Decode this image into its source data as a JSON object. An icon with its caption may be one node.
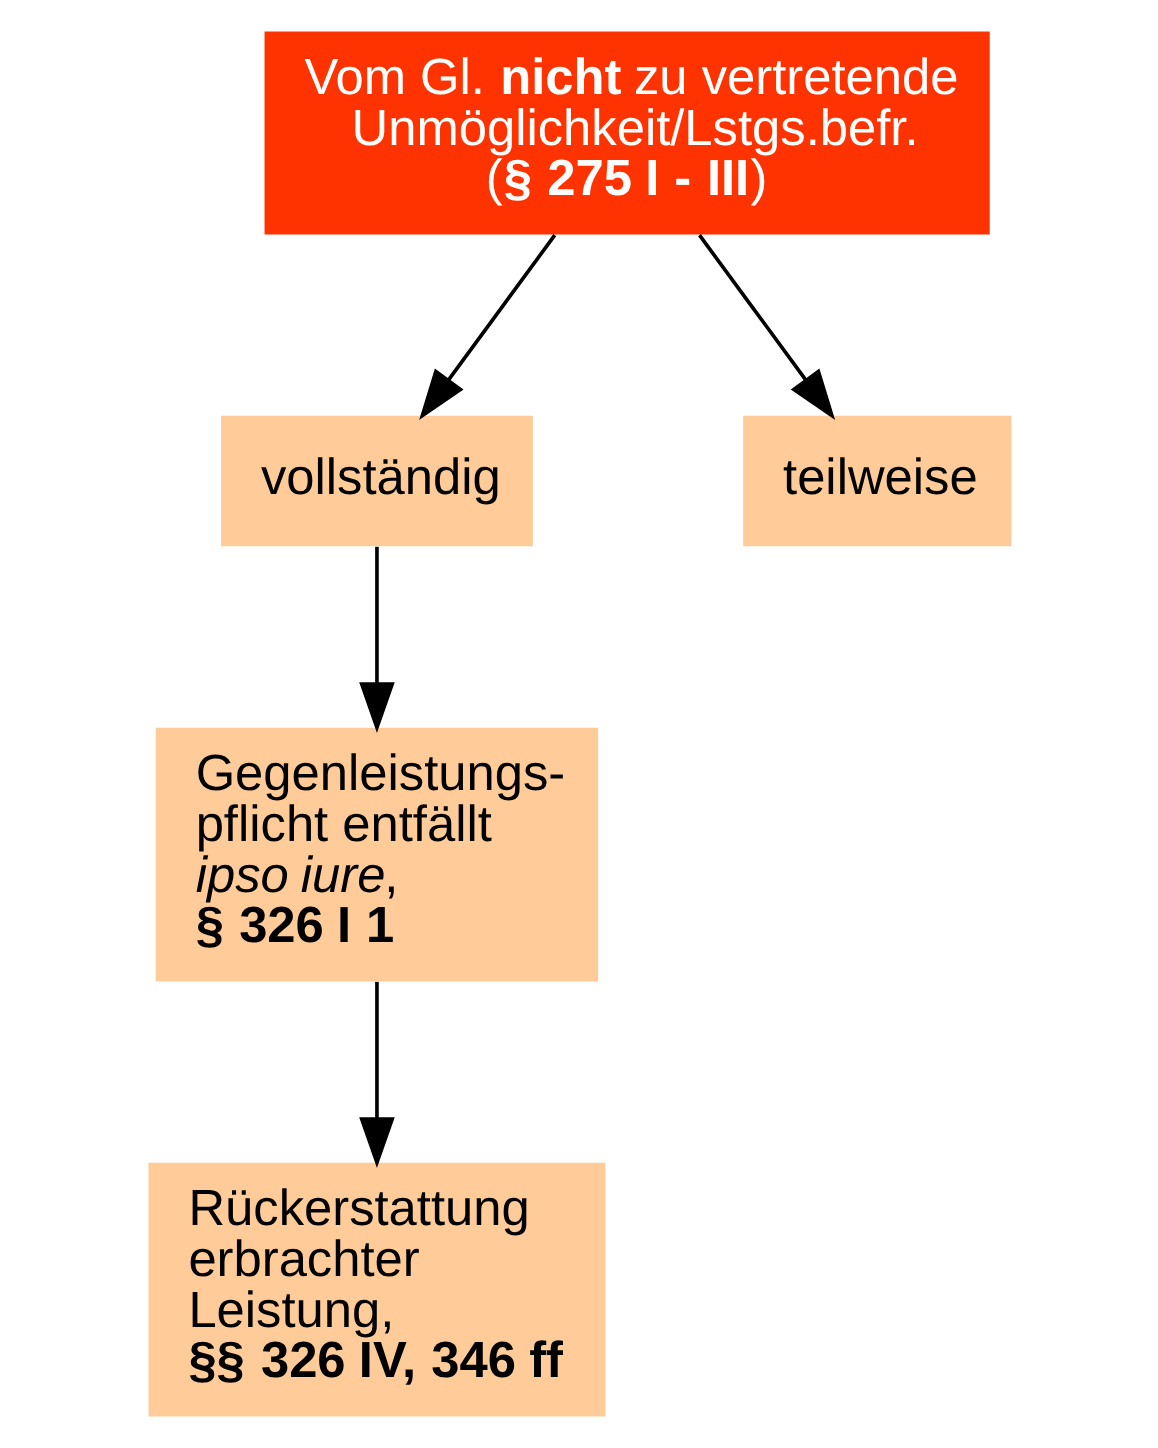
{
  "diagram": {
    "nodes": [
      {
        "text": [
          "Vom Gl. **nicht** zu vertretende Unmöglichkeit/Lstgs.befr. (**§ 275 I - III**)"
        ]
      },
      {
        "text": [
          "vollständig"
        ]
      },
      {
        "text": [
          "teilweise"
        ]
      },
      {
        "text": [
          "Gegenleistungs- pflicht entfällt *ipso iure*, **§ 326 I 1**"
        ]
      },
      {
        "text": [
          "Rückerstattung erbrachter Leistung, **§§ 326 IV, 346 ff**"
        ]
      }
    ],
    "edges": [
      {
        "from": 0,
        "to": 1,
        "arrow": "to"
      },
      {
        "from": 0,
        "to": 2,
        "arrow": "to"
      },
      {
        "from": 1,
        "to": 3,
        "arrow": "to"
      },
      {
        "from": 3,
        "to": 4,
        "arrow": "to"
      }
    ]
  }
}
